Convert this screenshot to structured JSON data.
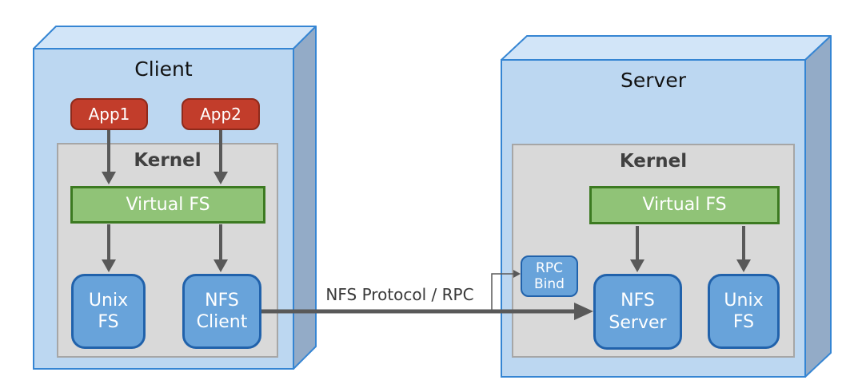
{
  "client": {
    "title": "Client",
    "kernel_label": "Kernel",
    "app1_label": "App1",
    "app2_label": "App2",
    "virtual_fs_label": "Virtual FS",
    "unix_fs_label": "Unix\nFS",
    "nfs_client_label": "NFS\nClient"
  },
  "server": {
    "title": "Server",
    "kernel_label": "Kernel",
    "virtual_fs_label": "Virtual FS",
    "rpc_bind_label": "RPC\nBind",
    "nfs_server_label": "NFS\nServer",
    "unix_fs_label": "Unix\nFS"
  },
  "connection": {
    "label": "NFS Protocol / RPC"
  },
  "colors": {
    "box_front_face": "#bcd7f1",
    "box_top_face": "#d2e5f8",
    "box_side_face": "#93abc7",
    "box_border": "#3585d3",
    "kernel_fill": "#d9d9d9",
    "kernel_border": "#a6a6a6",
    "app_fill": "#c23d2b",
    "app_border": "#8e2a1b",
    "virtual_fs_fill": "#90c377",
    "virtual_fs_border": "#3c7a21",
    "fs_fill": "#68a3da",
    "fs_border": "#2162ab",
    "arrow": "#595959"
  }
}
